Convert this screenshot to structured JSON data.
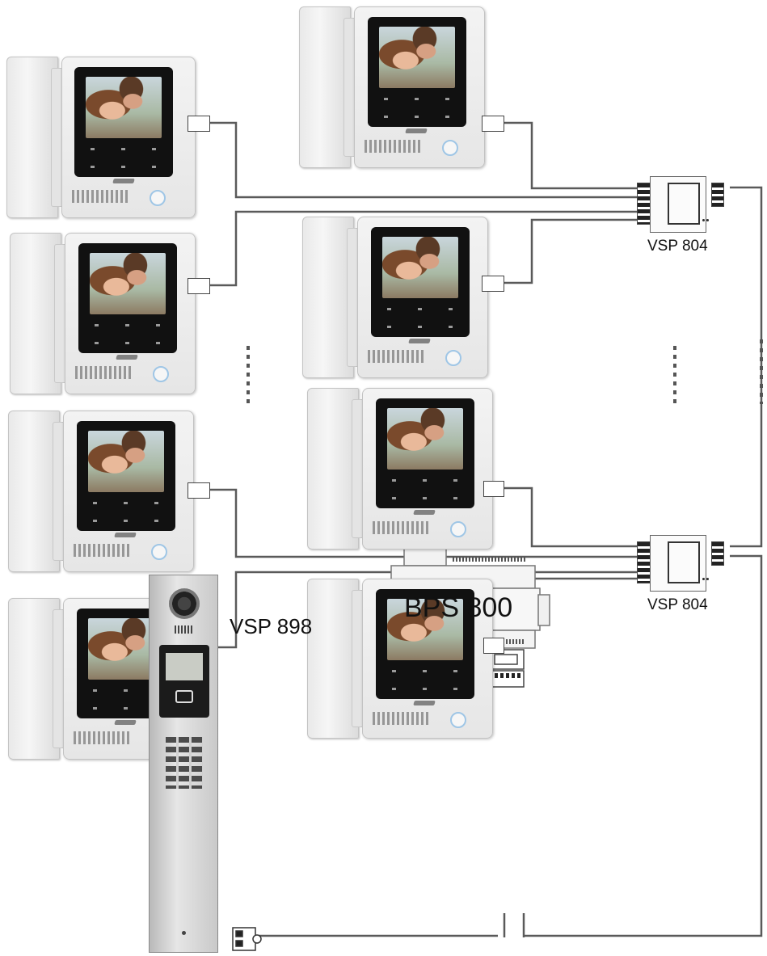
{
  "devices": {
    "distributor_top": {
      "model": "VSP 804"
    },
    "distributor_bottom": {
      "model": "VSP 804"
    },
    "door_panel": {
      "model": "VSP 898"
    },
    "power_supply": {
      "model": "BPS 800"
    }
  },
  "monitors": [
    {
      "id": "left-1"
    },
    {
      "id": "left-2"
    },
    {
      "id": "left-3"
    },
    {
      "id": "left-4"
    },
    {
      "id": "center-1"
    },
    {
      "id": "center-2"
    },
    {
      "id": "center-3"
    },
    {
      "id": "center-4"
    }
  ],
  "colors": {
    "wire": "#5a5a5a",
    "housing": "#eeeeee",
    "screen_frame": "#111111",
    "call_button_ring": "#9fc6e6"
  }
}
